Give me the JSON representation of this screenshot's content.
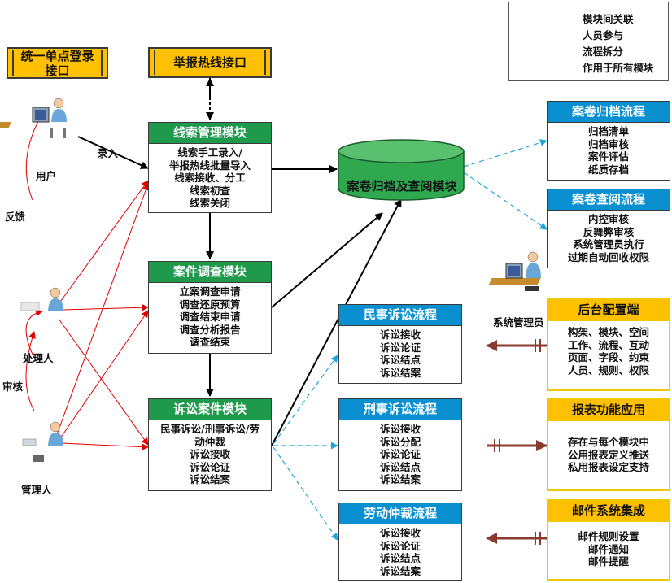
{
  "legend": {
    "items": [
      {
        "label": "模块间关联",
        "style": "black-arrow"
      },
      {
        "label": "人员参与",
        "style": "red-arrow"
      },
      {
        "label": "流程拆分",
        "style": "blue-dashed-arrow"
      },
      {
        "label": "作用于所有模块",
        "style": "brown-double-bar-arrow"
      }
    ]
  },
  "interfaces": {
    "sso": {
      "line1": "统一单点登录",
      "line2": "接口"
    },
    "hotline": "举报热线接口"
  },
  "actors": {
    "user": "用户",
    "handler": "处理人",
    "manager": "管理人",
    "sysadmin": "系统管理员"
  },
  "edge_labels": {
    "input": "录入",
    "feedback": "反馈",
    "review": "审核"
  },
  "modules": {
    "clue": {
      "title": "线索管理模块",
      "items": [
        "线索手工录入/",
        "举报热线批量导入",
        "线索接收、分工",
        "线索初查",
        "线索关闭"
      ]
    },
    "investigation": {
      "title": "案件调查模块",
      "items": [
        "立案调查申请",
        "调查还原预算",
        "调查结束申请",
        "调查分析报告",
        "调查结束"
      ]
    },
    "litigation": {
      "title": "诉讼案件模块",
      "items": [
        "民事诉讼/刑事诉讼/劳",
        "动仲裁",
        "诉讼接收",
        "诉讼论证",
        "诉讼结案"
      ]
    }
  },
  "archive_module": "案卷归档及查阅模块",
  "processes": {
    "archive_flow": {
      "title": "案卷归档流程",
      "items": [
        "归档清单",
        "归档审核",
        "案件评估",
        "纸质存档"
      ]
    },
    "review_flow": {
      "title": "案卷查阅流程",
      "items": [
        "内控审核",
        "反舞弊审核",
        "系统管理员执行",
        "过期自动回收权限"
      ]
    },
    "civil": {
      "title": "民事诉讼流程",
      "items": [
        "诉讼接收",
        "诉讼论证",
        "诉讼结点",
        "诉讼结案"
      ]
    },
    "criminal": {
      "title": "刑事诉讼流程",
      "items": [
        "诉讼接收",
        "诉讼分配",
        "诉讼论证",
        "诉讼结点",
        "诉讼结案"
      ]
    },
    "labor": {
      "title": "劳动仲裁流程",
      "items": [
        "诉讼接收",
        "诉讼论证",
        "诉讼结点",
        "诉讼结案"
      ]
    }
  },
  "global": {
    "backend": {
      "title": "后台配置端",
      "items": [
        "构架、模块、空间",
        "工作、流程、互动",
        "页面、字段、约束",
        "人员、规则、权限"
      ]
    },
    "report": {
      "title": "报表功能应用",
      "items": [
        "存在与每个模块中",
        "公用报表定义推送",
        "私用报表设定支持"
      ]
    },
    "mail": {
      "title": "邮件系统集成",
      "items": [
        "邮件规则设置",
        "邮件通知",
        "邮件提醒"
      ]
    }
  },
  "colors": {
    "module_header": "#1f9a4d",
    "process_header": "#0a8fd0",
    "global_header": "#ffc000",
    "link_black": "#000000",
    "link_red": "#e00000",
    "link_blue": "#1ea6e0",
    "link_brown": "#8b3a2f",
    "database": "#2fa84f"
  }
}
